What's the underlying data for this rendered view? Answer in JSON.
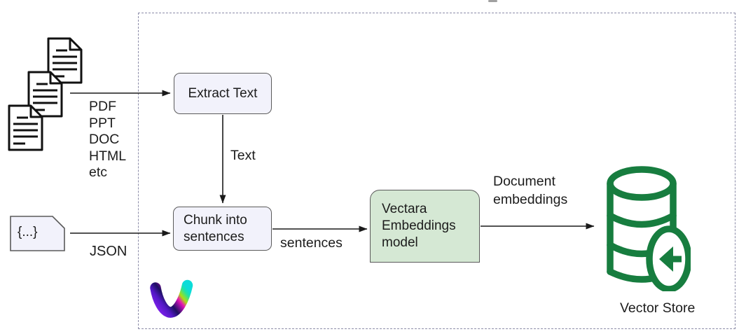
{
  "diagram": {
    "inputs": {
      "documents": {
        "icon": "document-stack-icon",
        "formats": [
          "PDF",
          "PPT",
          "DOC",
          "HTML",
          "etc"
        ]
      },
      "json": {
        "icon": "json-file-icon",
        "badge": "{...}",
        "arrow_label": "JSON"
      }
    },
    "nodes": {
      "extract_text": {
        "label": "Extract Text"
      },
      "chunk": {
        "label": "Chunk into\nsentences"
      },
      "model": {
        "label": "Vectara\nEmbeddings\nmodel"
      },
      "vector_store": {
        "label": "Vector Store",
        "icon": "database-import-icon"
      }
    },
    "edge_labels": {
      "text": "Text",
      "sentences": "sentences",
      "embeddings": "Document\nembeddings"
    },
    "icons": {
      "vectara_logo": "vectara-logo-icon"
    },
    "colors": {
      "node_fill": "#f2f2fb",
      "node_border": "#5a5a5a",
      "model_fill": "#d5e8d4",
      "database_green": "#177d3f",
      "boundary_dash": "#8c8ca8",
      "arrow": "#1a1a1a"
    }
  }
}
